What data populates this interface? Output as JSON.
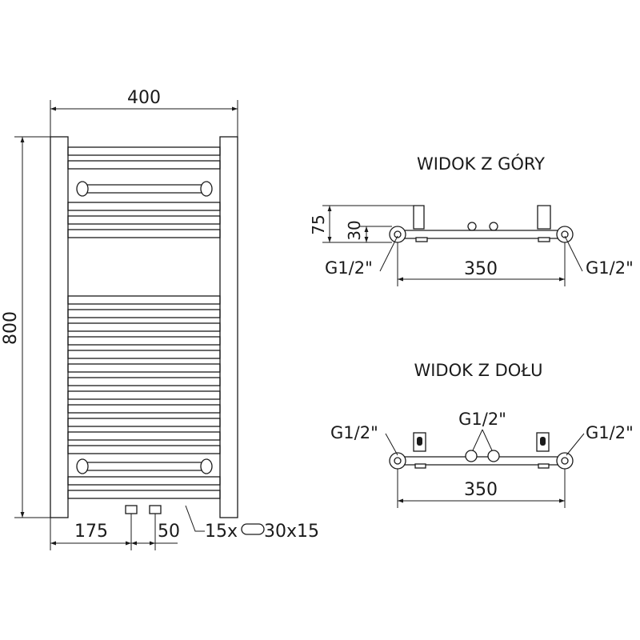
{
  "front_view": {
    "width_dim": "400",
    "height_dim": "800",
    "offset_dim": "175",
    "spacing_dim": "50",
    "tubes_label": "15x",
    "tube_size": "30x15",
    "rail_count": 15
  },
  "top_view": {
    "title": "WIDOK Z GÓRY",
    "dim_75": "75",
    "dim_30": "30",
    "dim_350": "350",
    "conn_left": "G1/2\"",
    "conn_right": "G1/2\""
  },
  "bottom_view": {
    "title": "WIDOK Z DOŁU",
    "conn_left": "G1/2\"",
    "conn_center": "G1/2\"",
    "conn_right": "G1/2\"",
    "dim_350": "350"
  },
  "colors": {
    "line": "#1a1a1a",
    "background": "#ffffff"
  }
}
